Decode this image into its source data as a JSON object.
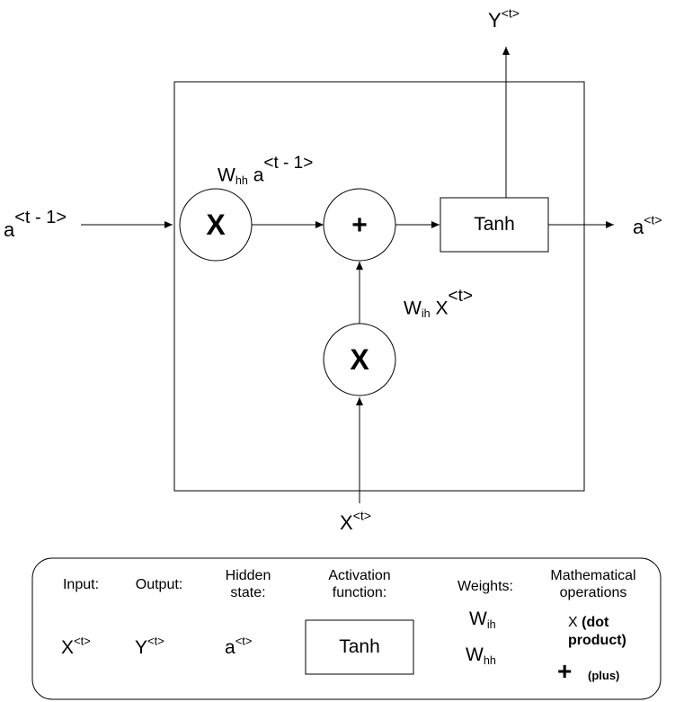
{
  "diagram": {
    "nodes": {
      "mult_hidden": "X",
      "add": "+",
      "mult_input": "X",
      "tanh": "Tanh"
    },
    "labels": {
      "input_prev_hidden": {
        "base": "a",
        "sup": "<t - 1>"
      },
      "output_y": {
        "base": "Y",
        "sup": "<t>"
      },
      "output_hidden": {
        "base": "a",
        "sup": "<t>"
      },
      "input_x": {
        "base": "X",
        "sup": "<t>"
      },
      "whh_term": {
        "w": "W",
        "sub": "hh",
        "var": "a",
        "sup": "<t - 1>"
      },
      "wih_term": {
        "w": "W",
        "sub": "ih",
        "var": "X",
        "sup": "<t>"
      }
    }
  },
  "legend": {
    "input": {
      "title": "Input:",
      "base": "X",
      "sup": "<t>"
    },
    "output": {
      "title": "Output:",
      "base": "Y",
      "sup": "<t>"
    },
    "hidden": {
      "title_line1": "Hidden",
      "title_line2": "state:",
      "base": "a",
      "sup": "<t>"
    },
    "activation": {
      "title_line1": "Activation",
      "title_line2": "function:",
      "box": "Tanh"
    },
    "weights": {
      "title": "Weights:",
      "w1": "W",
      "w1_sub": "ih",
      "w2": "W",
      "w2_sub": "hh"
    },
    "math": {
      "title_line1": "Mathematical",
      "title_line2": "operations",
      "dot_symbol": "X",
      "dot_line1": "(dot",
      "dot_line2": "product)",
      "plus_symbol": "+",
      "plus_label": "(plus)"
    }
  }
}
